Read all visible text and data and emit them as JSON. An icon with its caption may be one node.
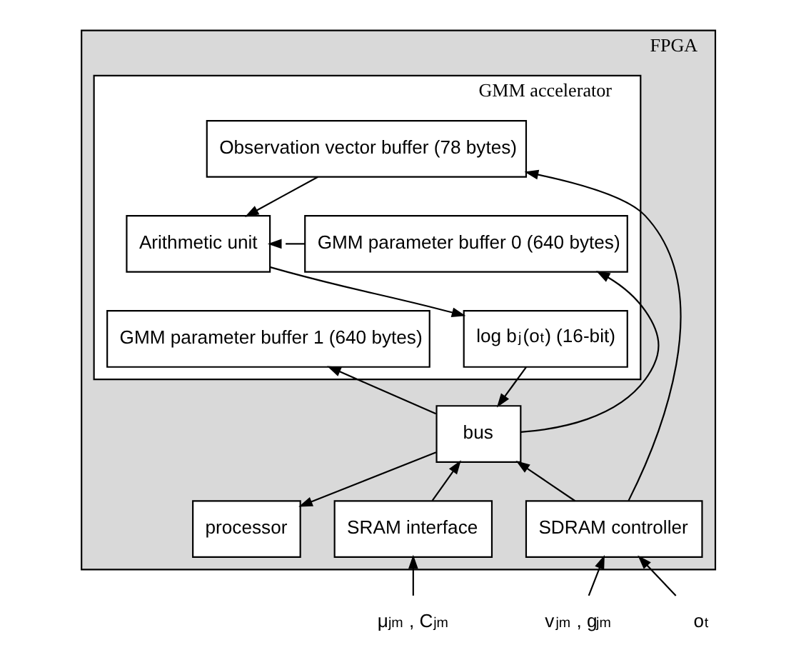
{
  "diagram": {
    "nodes": [
      {
        "text": [
          "FPGA"
        ]
      },
      {
        "text": [
          "GMM accelerator"
        ],
        "in": 0
      },
      {
        "text": [
          "Observation vector buffer (78 bytes)"
        ],
        "in": 1
      },
      {
        "text": [
          "Arithmetic unit"
        ],
        "in": 1
      },
      {
        "text": [
          "GMM parameter buffer 0 (640 bytes)"
        ],
        "in": 1
      },
      {
        "text": [
          "GMM parameter buffer 1 (640 bytes)"
        ],
        "in": 1
      },
      {
        "text": [
          "log b$_{j}$(o$_{t}$) (16-bit)"
        ],
        "in": 1
      },
      {
        "text": [
          "bus"
        ],
        "in": 0
      },
      {
        "text": [
          "processor"
        ],
        "in": 0
      },
      {
        "text": [
          "SRAM interface"
        ],
        "in": 0
      },
      {
        "text": [
          "SDRAM controller"
        ],
        "in": 0
      },
      {
        "text": [
          "μ$_{jm}$ , C$_{jm}$"
        ]
      },
      {
        "text": [
          "v$_{jm}$ , g$_{jm}$"
        ]
      },
      {
        "text": [
          "o$_{t}$"
        ]
      }
    ],
    "edges": [
      {
        "from": 2,
        "to": 3,
        "arrow": "to"
      },
      {
        "from": 4,
        "to": 3,
        "arrow": "to"
      },
      {
        "from": 3,
        "to": 6,
        "arrow": "to"
      },
      {
        "from": 6,
        "to": 7,
        "arrow": "to"
      },
      {
        "from": 7,
        "to": 8,
        "arrow": "to"
      },
      {
        "from": 9,
        "to": 7,
        "arrow": "to"
      },
      {
        "from": 10,
        "to": 7,
        "arrow": "to"
      },
      {
        "from": 7,
        "to": 5,
        "arrow": "to"
      },
      {
        "from": 7,
        "to": 4,
        "arrow": "to"
      },
      {
        "from": 10,
        "to": 2,
        "arrow": "to"
      },
      {
        "from": 11,
        "to": 9,
        "arrow": "to"
      },
      {
        "from": 12,
        "to": 10,
        "arrow": "to"
      },
      {
        "from": 13,
        "to": 10,
        "arrow": "to"
      }
    ]
  }
}
